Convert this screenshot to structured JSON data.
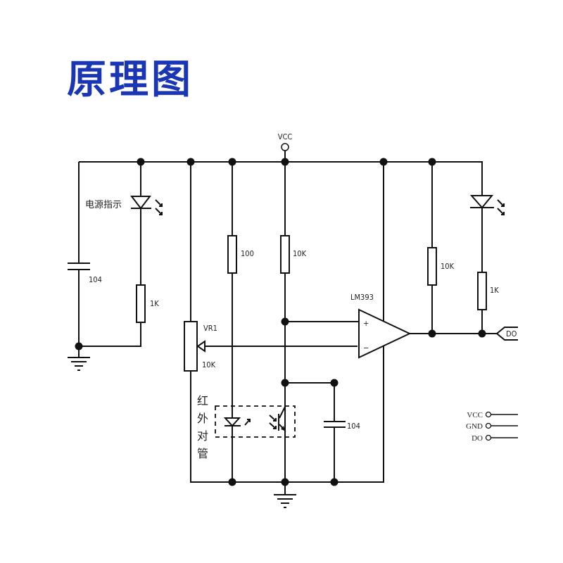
{
  "title": "原理图",
  "schematic": {
    "supply_label": "VCC",
    "power_led_label": "电源指示",
    "components": {
      "c1": "104",
      "r_power_led": "1K",
      "vr1_name": "VR1",
      "vr1_value": "10K",
      "r_ir_led": "100",
      "r_pullup_sensor": "10K",
      "comparator": "LM393",
      "comparator_plus": "+",
      "comparator_minus": "−",
      "r_output_pullup": "10K",
      "r_output_led": "1K",
      "c2": "104"
    },
    "ir_pair_label": [
      "红",
      "外",
      "对",
      "管"
    ],
    "output_label": "DO",
    "header_pins": [
      "VCC",
      "GND",
      "DO"
    ]
  },
  "colors": {
    "title": "#1a36b5",
    "wire": "#111111"
  }
}
